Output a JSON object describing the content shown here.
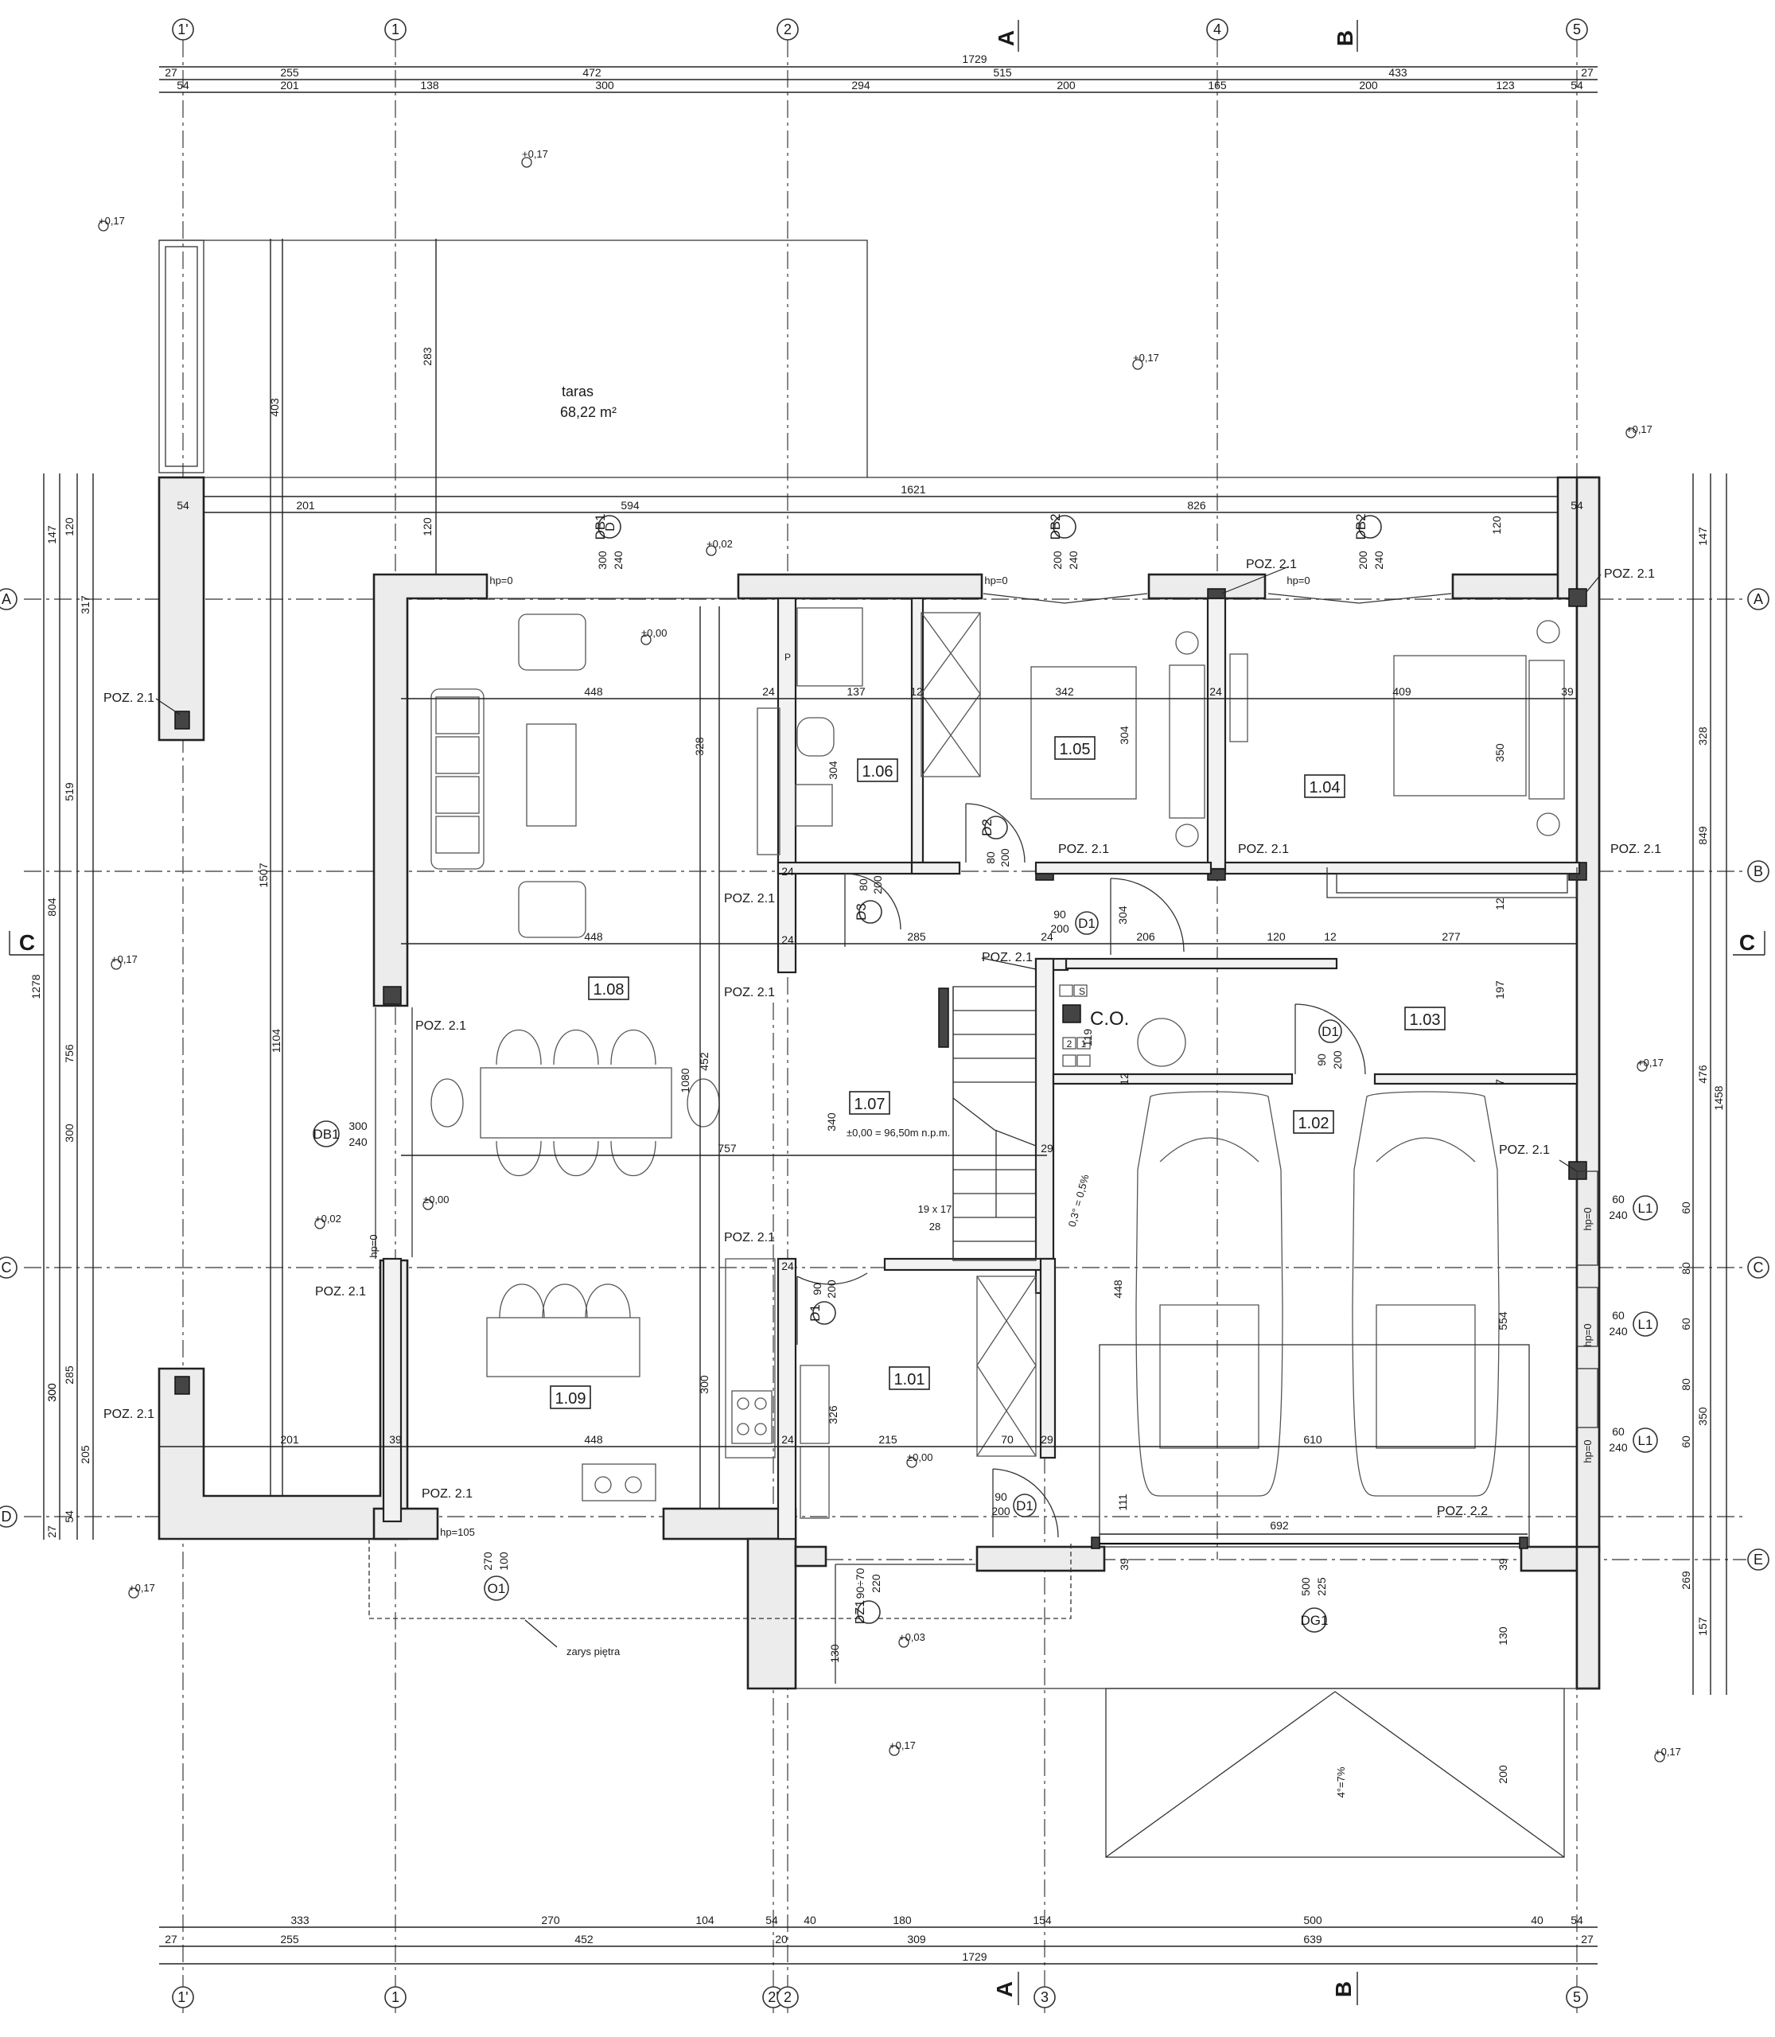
{
  "grid_axes": {
    "vertical_top": [
      "1'",
      "1",
      "2",
      "4",
      "5"
    ],
    "vertical_bottom": [
      "1'",
      "1",
      "2'",
      "2",
      "3",
      "5"
    ],
    "horizontal": [
      "A",
      "B",
      "C",
      "D",
      "E"
    ]
  },
  "sections": [
    "A",
    "B",
    "C"
  ],
  "dims_top": {
    "total": "1729",
    "row1": [
      "27",
      "255",
      "472",
      "515",
      "433",
      "27"
    ],
    "row2": [
      "54",
      "201",
      "138",
      "300",
      "294",
      "200",
      "165",
      "200",
      "123",
      "54"
    ]
  },
  "dims_bottom": {
    "total": "1729",
    "row1": [
      "333",
      "270",
      "104",
      "54",
      "40",
      "180",
      "154",
      "500",
      "40",
      "54"
    ],
    "row2": [
      "27",
      "255",
      "452",
      "20",
      "309",
      "639",
      "27"
    ]
  },
  "dims_left": {
    "total": "1278",
    "row_outer": [
      "804",
      "300"
    ],
    "row_mid": [
      "519",
      "756",
      "300"
    ],
    "row_inner": [
      "147",
      "120",
      "317",
      "285",
      "205",
      "300",
      "54",
      "27"
    ]
  },
  "dims_right": {
    "total": "1458",
    "row_outer": [
      "849",
      "476"
    ],
    "row_mid": [
      "328",
      "350"
    ],
    "row_inner": [
      "147",
      "60",
      "80",
      "60",
      "80",
      "60",
      "269",
      "157"
    ]
  },
  "interior_dims": [
    "1621",
    "594",
    "826",
    "201",
    "54",
    "54",
    "448",
    "137",
    "342",
    "409",
    "24",
    "12",
    "24",
    "39",
    "448",
    "285",
    "206",
    "120",
    "277",
    "757",
    "448",
    "215",
    "610",
    "692",
    "403",
    "283",
    "120",
    "120",
    "1507",
    "1104",
    "328",
    "1080",
    "452",
    "304",
    "304",
    "350",
    "304",
    "197",
    "340",
    "300",
    "326",
    "448",
    "554",
    "111",
    "119",
    "130",
    "130",
    "200",
    "39",
    "39",
    "29",
    "29",
    "70",
    "201",
    "39",
    "24",
    "24",
    "24",
    "24",
    "24",
    "12",
    "12",
    "7",
    "12"
  ],
  "terrace": {
    "name": "taras",
    "area": "68,22 m²"
  },
  "rooms": [
    "1.01",
    "1.02",
    "1.03",
    "1.04",
    "1.05",
    "1.06",
    "1.07",
    "1.08",
    "1.09"
  ],
  "openings": {
    "DB1": [
      "300",
      "240"
    ],
    "DB2": [
      "200",
      "240"
    ],
    "D1": [
      "90",
      "200"
    ],
    "D2": [
      "80",
      "200"
    ],
    "D3": [
      "80",
      "200"
    ],
    "DZ1": [
      "90÷70",
      "220"
    ],
    "DG1": [
      "500",
      "225"
    ],
    "O1": [
      "270",
      "100"
    ],
    "L1": [
      "60",
      "240"
    ]
  },
  "labels": {
    "poz21": "POZ. 2.1",
    "poz22": "POZ. 2.2",
    "hp0": "hp=0",
    "hp105": "hp=105",
    "co": "C.O.",
    "level_main": "±0,00 = 96,50m n.p.m.",
    "stairs": "19 x 17",
    "stairs_run": "28",
    "slope_garage": "0,3° = 0,5%",
    "slope_drive": "4°=7%",
    "outline": "zarys piętra",
    "meter_s": "S",
    "meter_1": "1",
    "meter_2": "2",
    "meter_p": "P"
  },
  "levels": [
    "+0,17",
    "+0,17",
    "+0,17",
    "+0,17",
    "+0,17",
    "+0,17",
    "+0,17",
    "+0,17",
    "+0,17",
    "±0,00",
    "±0,00",
    "±0,00",
    "+0,02",
    "+0,02",
    "+0,03"
  ]
}
